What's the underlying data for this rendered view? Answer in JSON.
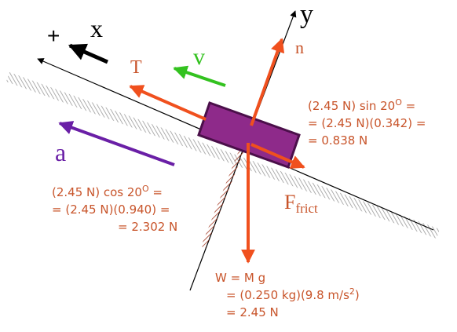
{
  "axes": {
    "x_label": "x",
    "x_sign": "+",
    "y_label": "y"
  },
  "vectors": {
    "tension": "T",
    "velocity": "v",
    "acceleration": "a",
    "normal": "n",
    "friction": {
      "main": "F",
      "sub": "frict"
    }
  },
  "equations": {
    "parallel": {
      "l1_pre": "(2.45 N) sin 20",
      "l1_sup": "O",
      "l1_post": " =",
      "l2": "= (2.45 N)(0.342) =",
      "l3": "= 0.838 N"
    },
    "perpendicular": {
      "l1_pre": "(2.45 N) cos 20",
      "l1_sup": "O",
      "l1_post": " =",
      "l2": "= (2.45 N)(0.940) =",
      "l3": "= 2.302 N"
    },
    "weight": {
      "l1": "W = M g",
      "l2_pre": "= (0.250 kg)(9.8 m/s",
      "l2_sup": "2",
      "l2_post": ")",
      "l3": "= 2.45 N"
    }
  },
  "colors": {
    "force": "#f0501e",
    "label": "#c8542a",
    "velocity": "#33c21f",
    "acceleration": "#6a1fa6",
    "block_fill": "#8e2a8a",
    "block_stroke": "#4b0f4a",
    "axis": "#000000",
    "hatch": "#9a9a9a"
  }
}
